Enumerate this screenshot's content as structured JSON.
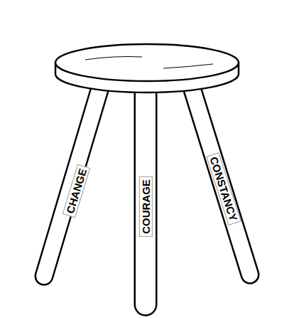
{
  "diagram": {
    "labels": [
      "CHANGE",
      "COURAGE",
      "CONSTANCY"
    ]
  }
}
